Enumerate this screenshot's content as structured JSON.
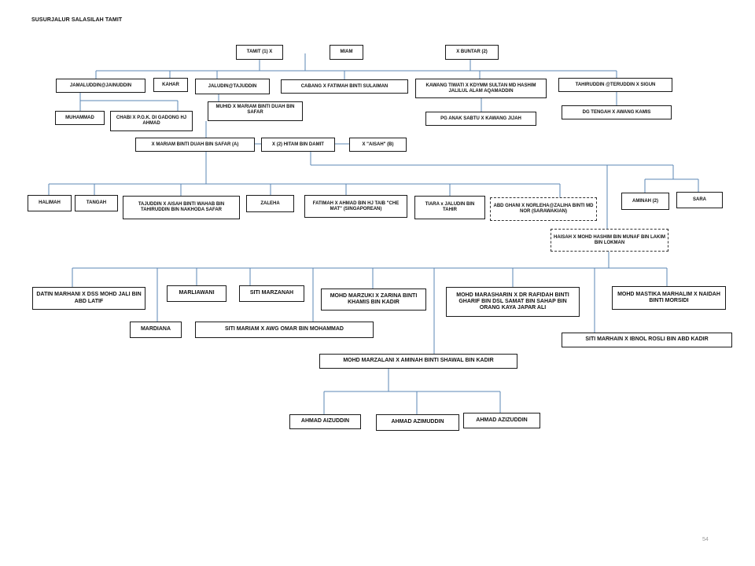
{
  "title": "SUSURJALUR SALASILAH TAMIT",
  "page_number": "54",
  "colors": {
    "connector": "#5b87b5",
    "box_border": "#1a1a1a"
  },
  "nodes": {
    "tamit": "TAMIT (1) X",
    "miam": "MIAM",
    "buntar": "X BUNTAR (2)",
    "jamaluddin": "JAMALUDDIN@JAINUDDIN",
    "kahar": "KAHAR",
    "jaludin": "JALUDIN@TAJUDDIN",
    "cabang": "CABANG X FATIMAH BINTI SULAIMAN",
    "kawang_tiwati": "KAWANG TIWATI X KDYMM SULTAN MD HASHIM JALILUL ALAM AQAMADDIN",
    "tahiruddin": "TAHIRUDDIN @TERUDDIN X SIGUN",
    "muhammad": "MUHAMMAD",
    "chabi": "CHABI X P.O.K. DI GADONG HJ AHMAD",
    "muhid": "MUHID X MARIAM BINTI DUAH BIN SAFAR",
    "pg_anak_sabtu": "PG ANAK SABTU X KAWANG JIJAH",
    "dg_tengah": "DG TENGAH X AWANG KAMIS",
    "mariam_duah": "X MARIAM BINTI DUAH BIN SAFAR (A)",
    "hitam": "X (2) HITAM BIN DAMIT",
    "aisah": "X \"AISAH\" (B)",
    "halimah": "HALIMAH",
    "tangah": "TANGAH",
    "tajuddin": "TAJUDDIN X AISAH BINTI WAHAB BIN TAHIRUDDIN BIN NAKHODA SAFAR",
    "zaleha": "ZALEHA",
    "fatimah": "FATIMAH X AHMAD BIN HJ TAIB \"CHE MAT\" (SINGAPOREAN)",
    "tiara": "TIARA x JALUDIN BIN TAHIR",
    "abd_ghani": "ABD GHANI X NORLEHA@ZALIHA BINTI MD NOR (SARAWAKIAN)",
    "aminah2": "AMINAH (2)",
    "sara": "SARA",
    "haisah": "HAISAH X MOHD HASHIM BIN MUNAF BIN LAKIM BIN LOKMAN",
    "datin_marhani": "DATIN MARHANI X DSS MOHD JALI BIN ABD LATIF",
    "marliawani": "MARLIAWANI",
    "siti_marzanah": "SITI MARZANAH",
    "mohd_marzuki": "MOHD MARZUKI X ZARINA BINTI KHAMIS BIN KADIR",
    "mohd_marasharin": "MOHD MARASHARIN X DR RAFIDAH BINTI GHARIF BIN DSL SAMAT BIN SAHAP BIN ORANG KAYA JAPAR ALI",
    "mohd_mastika": "MOHD MASTIKA MARHALIM X NAIDAH BINTI MORSIDI",
    "mardiana": "MARDIANA",
    "siti_mariam": "SITI MARIAM X AWG OMAR BIN MOHAMMAD",
    "siti_marhain": "SITI MARHAIN X IBNOL ROSLI BIN ABD KADIR",
    "mohd_marzalani": "MOHD MARZALANI X AMINAH BINTI SHAWAL BIN KADIR",
    "ahmad_aizuddin": "AHMAD AIZUDDIN",
    "ahmad_azimuddin": "AHMAD AZIMUDDIN",
    "ahmad_azizuddin": "AHMAD AZIZUDDIN"
  }
}
